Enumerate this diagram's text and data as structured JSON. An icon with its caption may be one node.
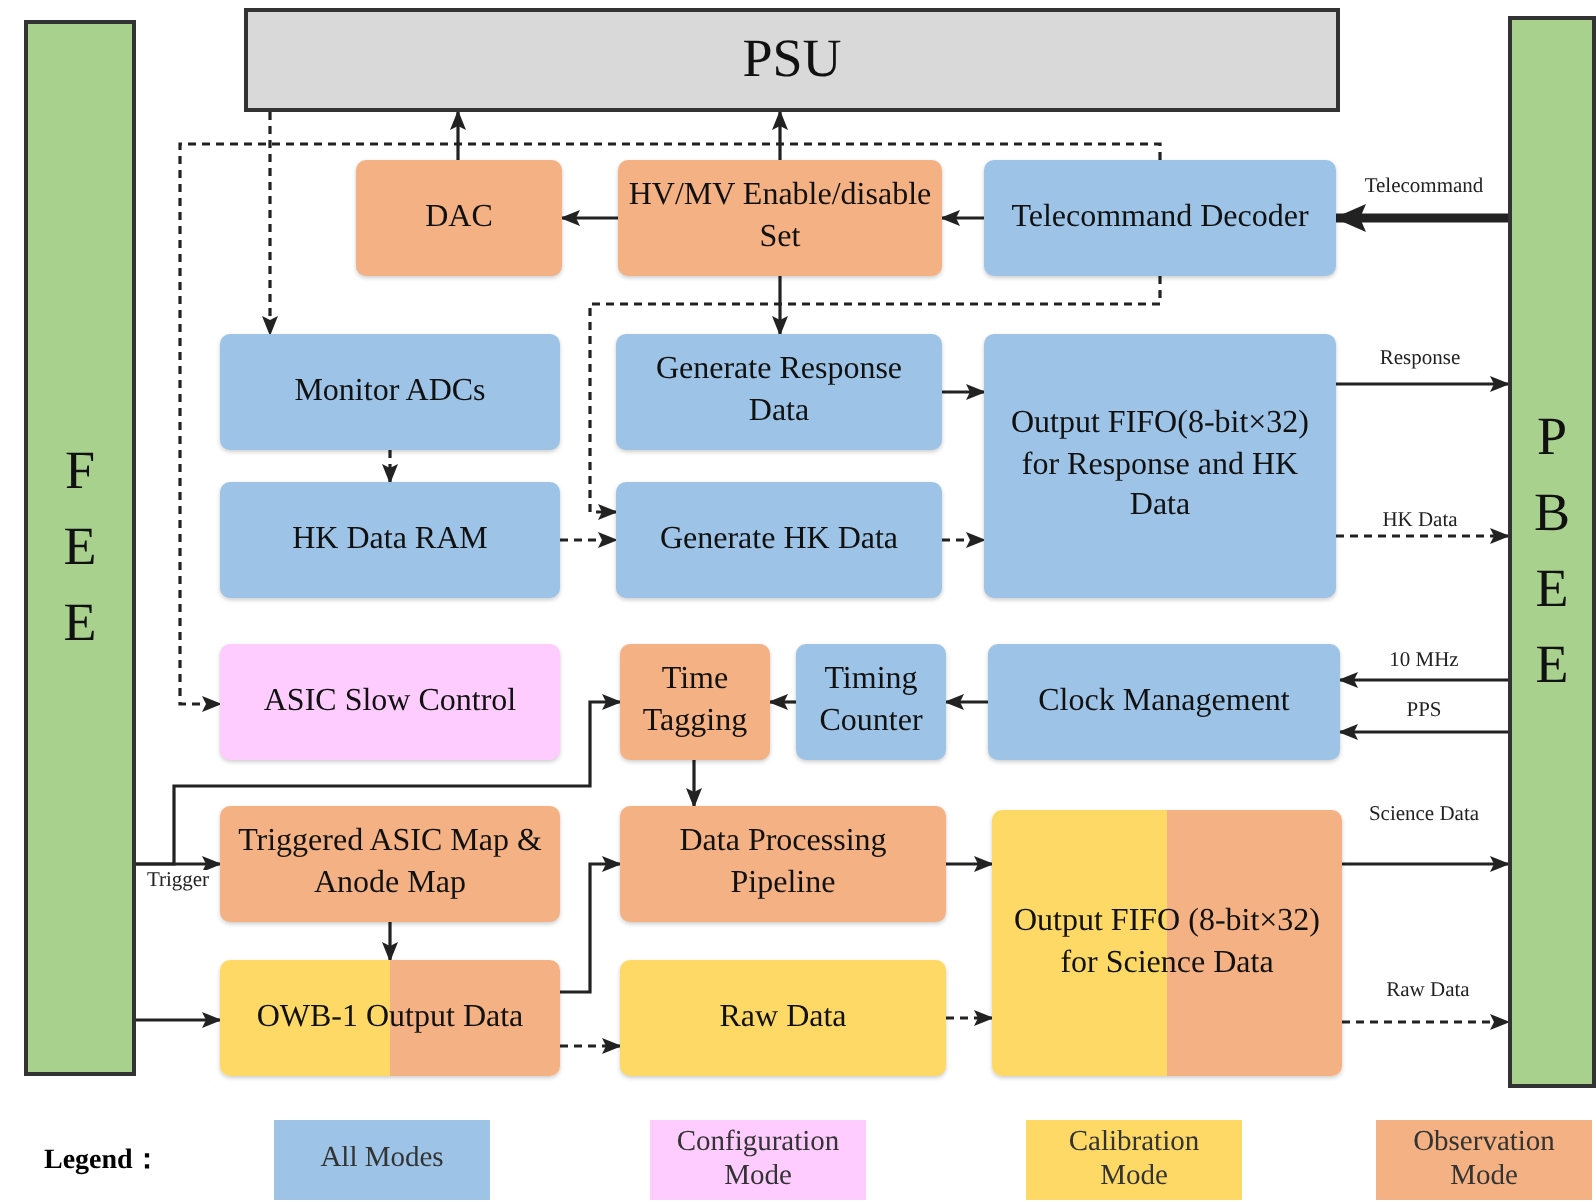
{
  "diagram": {
    "nodes": [
      {
        "text": [
          "FEE"
        ]
      },
      {
        "text": [
          "PSU"
        ]
      },
      {
        "text": [
          "PBEE"
        ]
      },
      {
        "text": [
          "DAC"
        ]
      },
      {
        "text": [
          "HV/MV Enable/disable Set"
        ]
      },
      {
        "text": [
          "Telecommand Decoder"
        ]
      },
      {
        "text": [
          "Monitor ADCs"
        ]
      },
      {
        "text": [
          "Generate Response Data"
        ]
      },
      {
        "text": [
          "Output FIFO(8-bit×32) for Response and HK Data"
        ]
      },
      {
        "text": [
          "HK Data RAM"
        ]
      },
      {
        "text": [
          "Generate HK Data"
        ]
      },
      {
        "text": [
          "ASIC Slow Control"
        ]
      },
      {
        "text": [
          "Time Tagging"
        ]
      },
      {
        "text": [
          "Timing Counter"
        ]
      },
      {
        "text": [
          "Clock Management"
        ]
      },
      {
        "text": [
          "Triggered ASIC Map & Anode Map"
        ]
      },
      {
        "text": [
          "Data Processing Pipeline"
        ]
      },
      {
        "text": [
          "Output FIFO (8-bit×32) for Science Data"
        ]
      },
      {
        "text": [
          "OWB-1 Output Data"
        ]
      },
      {
        "text": [
          "Raw Data"
        ]
      }
    ],
    "edges": [
      {
        "from": 2,
        "to": 5,
        "arrow": "to",
        "label": "Telecommand",
        "style": "thick"
      },
      {
        "from": 5,
        "to": 4,
        "arrow": "to"
      },
      {
        "from": 4,
        "to": 3,
        "arrow": "to"
      },
      {
        "from": 3,
        "to": 1,
        "arrow": "to"
      },
      {
        "from": 4,
        "to": 1,
        "arrow": "to"
      },
      {
        "from": 4,
        "to": 7,
        "arrow": "to"
      },
      {
        "from": 1,
        "to": 6,
        "arrow": "to",
        "style": "dashed"
      },
      {
        "from": 5,
        "to": 11,
        "arrow": "to",
        "style": "dashed"
      },
      {
        "from": 5,
        "to": 10,
        "arrow": "to",
        "style": "dashed"
      },
      {
        "from": 6,
        "to": 9,
        "arrow": "to",
        "style": "dashed"
      },
      {
        "from": 9,
        "to": 10,
        "arrow": "to",
        "style": "dashed"
      },
      {
        "from": 7,
        "to": 8,
        "arrow": "to"
      },
      {
        "from": 10,
        "to": 8,
        "arrow": "to",
        "style": "dashed"
      },
      {
        "from": 8,
        "to": 2,
        "arrow": "to",
        "label": "Response"
      },
      {
        "from": 8,
        "to": 2,
        "arrow": "to",
        "label": "HK Data",
        "style": "dashed"
      },
      {
        "from": 2,
        "to": 14,
        "arrow": "to",
        "label": "10 MHz"
      },
      {
        "from": 2,
        "to": 14,
        "arrow": "to",
        "label": "PPS"
      },
      {
        "from": 14,
        "to": 13,
        "arrow": "to"
      },
      {
        "from": 13,
        "to": 12,
        "arrow": "to"
      },
      {
        "from": 12,
        "to": 16,
        "arrow": "to"
      },
      {
        "from": 0,
        "to": 12,
        "arrow": "to"
      },
      {
        "from": 0,
        "to": 15,
        "arrow": "to",
        "label": "Trigger"
      },
      {
        "from": 15,
        "to": 18,
        "arrow": "to"
      },
      {
        "from": 0,
        "to": 18,
        "arrow": "to"
      },
      {
        "from": 18,
        "to": 16,
        "arrow": "to"
      },
      {
        "from": 18,
        "to": 19,
        "arrow": "to",
        "style": "dashed"
      },
      {
        "from": 16,
        "to": 17,
        "arrow": "to"
      },
      {
        "from": 19,
        "to": 17,
        "arrow": "to",
        "style": "dashed"
      },
      {
        "from": 17,
        "to": 2,
        "arrow": "to",
        "label": "Science Data"
      },
      {
        "from": 17,
        "to": 2,
        "arrow": "to",
        "label": "Raw Data",
        "style": "dashed"
      }
    ],
    "labels": [
      "Legend："
    ],
    "legend": [
      {
        "text": "All Modes",
        "color": "#9dc3e6"
      },
      {
        "text": "Configuration Mode",
        "color": "#ffccff"
      },
      {
        "text": "Calibration Mode",
        "color": "#ffd966"
      },
      {
        "text": "Observation Mode",
        "color": "#f4b183"
      }
    ]
  }
}
